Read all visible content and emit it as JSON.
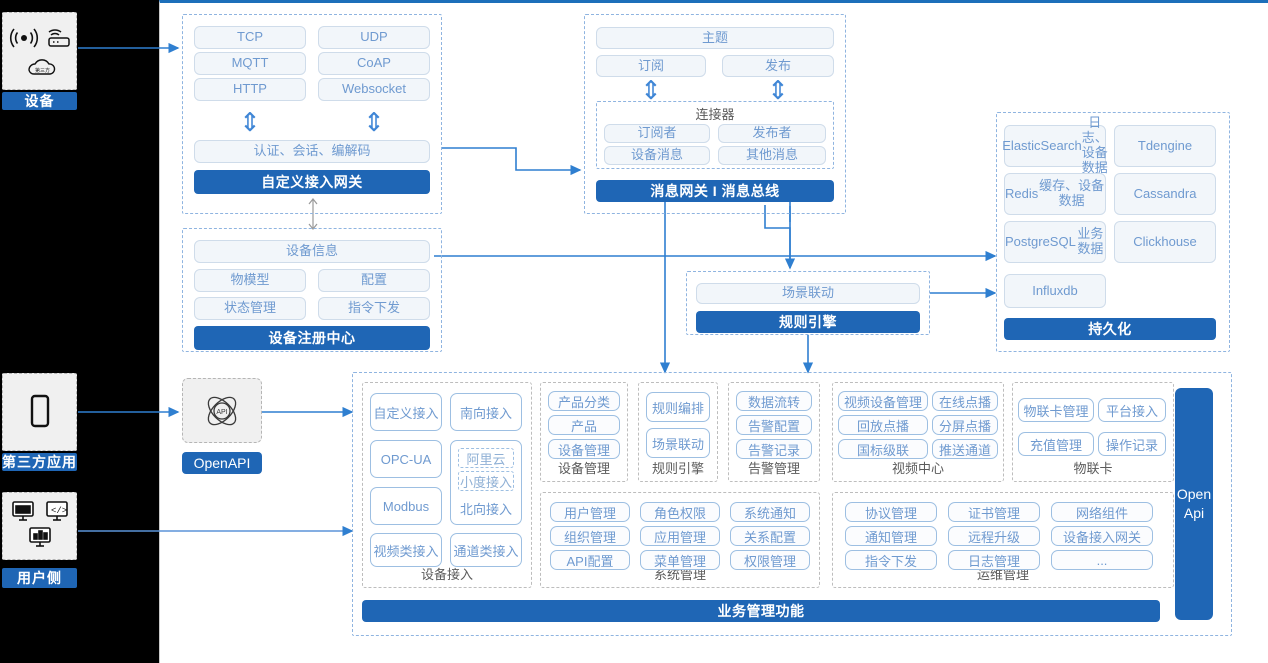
{
  "left_rail": {
    "device": {
      "label": "设备",
      "icons": [
        "signal-wave-icon",
        "router-icon",
        "cloud-icon"
      ]
    },
    "third_party": {
      "label": "第三方应用",
      "icons": [
        "mobile-phone-icon"
      ]
    },
    "user_side": {
      "label": "用户侧",
      "icons": [
        "app-monitor-icon",
        "code-monitor-icon",
        "chart-monitor-icon"
      ]
    }
  },
  "gateway": {
    "protocols": [
      "TCP",
      "UDP",
      "MQTT",
      "CoAP",
      "HTTP",
      "Websocket"
    ],
    "middle": "认证、会话、编解码",
    "bar": "自定义接入网关"
  },
  "registry": {
    "top": "设备信息",
    "items": [
      "物模型",
      "配置",
      "状态管理",
      "指令下发"
    ],
    "bar": "设备注册中心"
  },
  "message": {
    "topic": "主题",
    "sub": "订阅",
    "pub": "发布",
    "connector_title": "连接器",
    "connector_items": [
      "订阅者",
      "发布者",
      "设备消息",
      "其他消息"
    ],
    "bar": "消息网关 I 消息总线"
  },
  "rule": {
    "top": "场景联动",
    "bar": "规则引擎"
  },
  "persistence": {
    "items": [
      {
        "name": "ElasticSearch",
        "desc": "日志、设备数据"
      },
      {
        "name": "Tdengine",
        "desc": ""
      },
      {
        "name": "Redis",
        "desc": "缓存、设备数据"
      },
      {
        "name": "Cassandra",
        "desc": ""
      },
      {
        "name": "PostgreSQL",
        "desc": "业务数据"
      },
      {
        "name": "Clickhouse",
        "desc": ""
      },
      {
        "name": "Influxdb",
        "desc": ""
      }
    ],
    "bar": "持久化"
  },
  "openapi": {
    "icon": "api-atom-icon",
    "label": "OpenAPI"
  },
  "open_api_vertical": {
    "line1": "Open",
    "line2": "Api"
  },
  "bottom": {
    "business_bar": "业务管理功能",
    "groups": [
      {
        "label": "设备接入",
        "style": "two-col-tall",
        "items": [
          "自定义接入",
          "南向接入",
          "OPC-UA",
          "Modbus",
          "视频类接入",
          "通道类接入"
        ],
        "nested": [
          "阿里云",
          "小度接入"
        ],
        "nested_label": "北向接入"
      },
      {
        "label": "设备管理",
        "items": [
          "产品分类",
          "产品",
          "设备管理"
        ]
      },
      {
        "label": "规则引擎",
        "items": [
          "规则编排",
          "场景联动"
        ]
      },
      {
        "label": "告警管理",
        "items": [
          "数据流转",
          "告警配置",
          "告警记录"
        ]
      },
      {
        "label": "视频中心",
        "items": [
          "视频设备管理",
          "在线点播",
          "回放点播",
          "分屏点播",
          "国标级联",
          "推送通道"
        ]
      },
      {
        "label": "物联卡",
        "items": [
          "物联卡管理",
          "平台接入",
          "充值管理",
          "操作记录"
        ]
      },
      {
        "label": "系统管理",
        "items": [
          "用户管理",
          "角色权限",
          "系统通知",
          "组织管理",
          "应用管理",
          "关系配置",
          "API配置",
          "菜单管理",
          "权限管理"
        ]
      },
      {
        "label": "运维管理",
        "items": [
          "协议管理",
          "证书管理",
          "网络组件",
          "通知管理",
          "远程升级",
          "设备接入网关",
          "指令下发",
          "日志管理",
          "..."
        ]
      }
    ]
  },
  "colors": {
    "brand_blue": "#1f66b5",
    "chip_text": "#6f9ad0",
    "chip_bg": "#f2f6fa",
    "dashed_blue": "#8fb4e0",
    "sidebar_black": "#000000"
  }
}
